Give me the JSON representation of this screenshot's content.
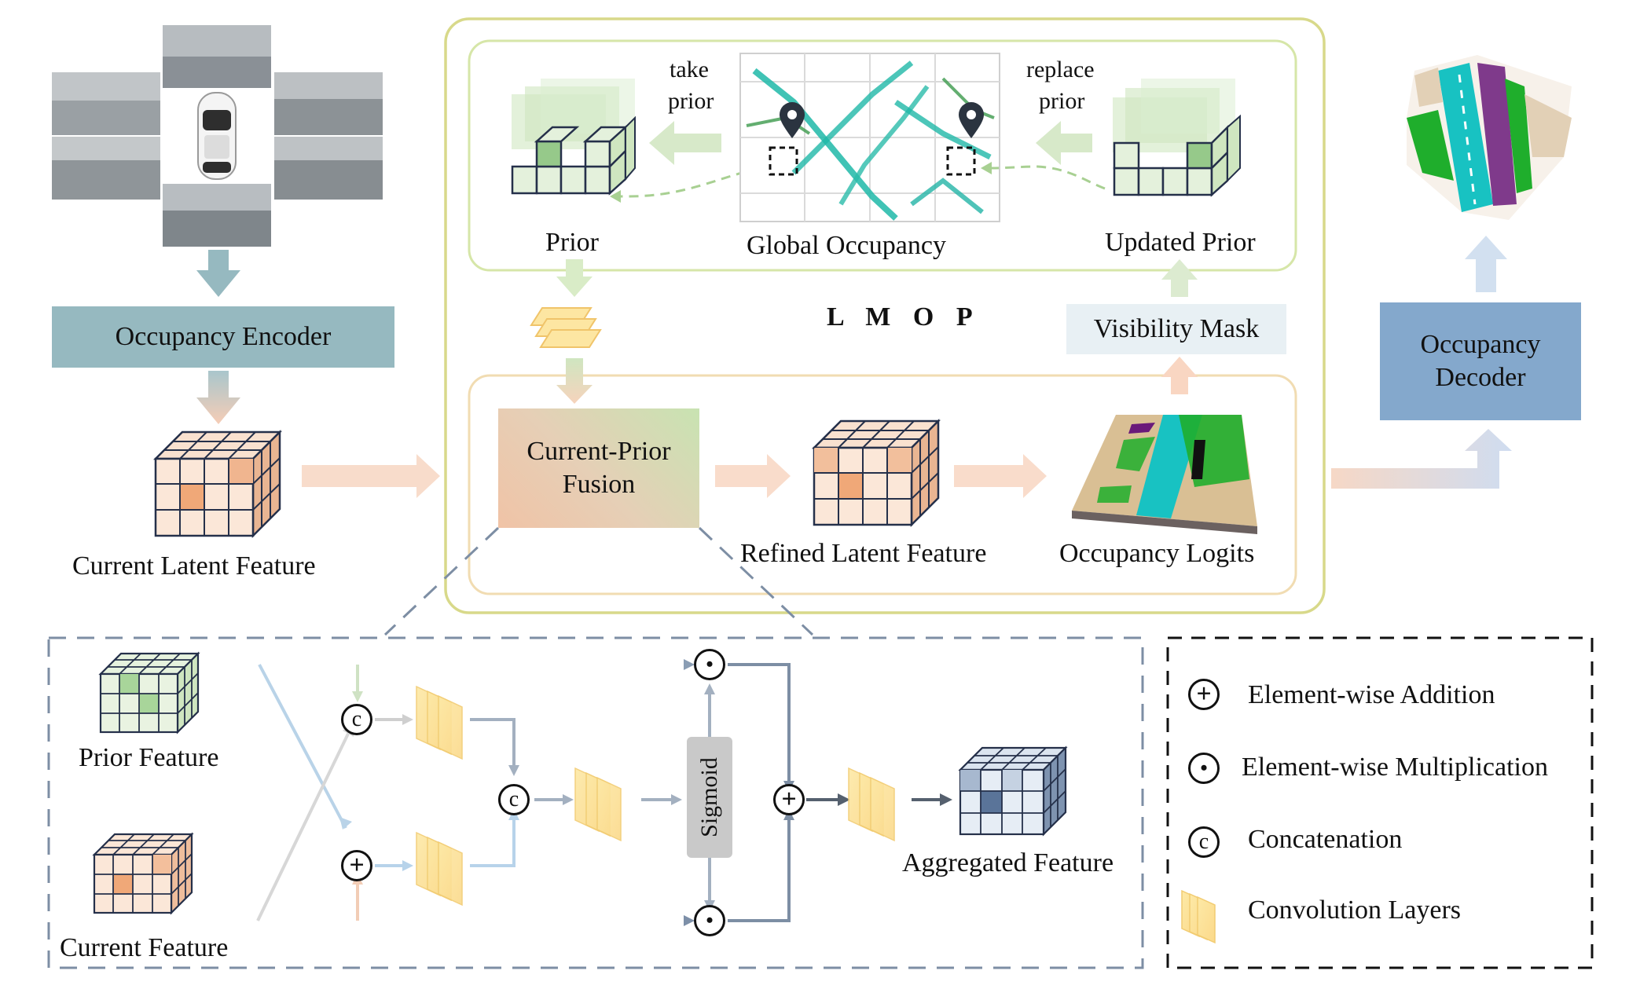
{
  "diagram": {
    "encoder_label": "Occupancy Encoder",
    "current_latent_label": "Current Latent Feature",
    "lmop_label": "L M O P",
    "prior_label": "Prior",
    "global_occupancy_label": "Global Occupancy",
    "updated_prior_label": "Updated Prior",
    "take_prior_line1": "take",
    "take_prior_line2": "prior",
    "replace_prior_line1": "replace",
    "replace_prior_line2": "prior",
    "fusion_line1": "Current-Prior",
    "fusion_line2": "Fusion",
    "refined_label": "Refined Latent Feature",
    "logits_label": "Occupancy Logits",
    "visibility_label": "Visibility Mask",
    "decoder_line1": "Occupancy",
    "decoder_line2": "Decoder",
    "prior_feature_label": "Prior Feature",
    "current_feature_label": "Current Feature",
    "aggregated_label": "Aggregated Feature",
    "sigmoid_label": "Sigmoid",
    "concat_symbol": "c",
    "add_symbol": "+",
    "mul_symbol": "•"
  },
  "legend": {
    "addition": "Element-wise Addition",
    "multiplication": "Element-wise Multiplication",
    "concatenation": "Concatenation",
    "convolution": "Convolution Layers"
  }
}
